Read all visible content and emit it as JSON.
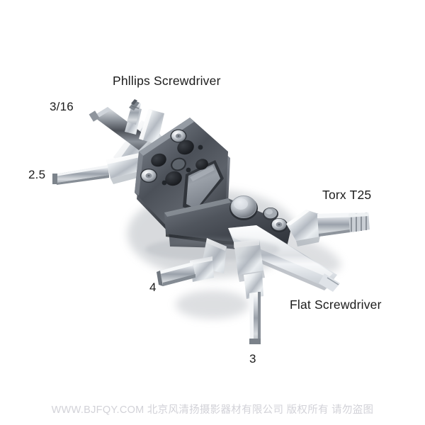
{
  "image": {
    "subject": "folding bicycle multi-tool",
    "background_color": "#ffffff",
    "label_color": "#1b1b1b",
    "body_color": "#4e535c",
    "body_highlight_color": "#8d939c",
    "steel_color": "#d9dde2"
  },
  "callouts": {
    "phillips": "Phllips Screwdriver",
    "hex_316": "3/16",
    "hex_25": "2.5",
    "torx": "Torx T25",
    "flat": "Flat Screwdriver",
    "hex_4": "4",
    "hex_3": "3"
  },
  "watermark": {
    "text": "WWW.BJFQY.COM 北京风清扬摄影器材有限公司 版权所有 请勿盗图",
    "color": "#d2d2d8"
  }
}
